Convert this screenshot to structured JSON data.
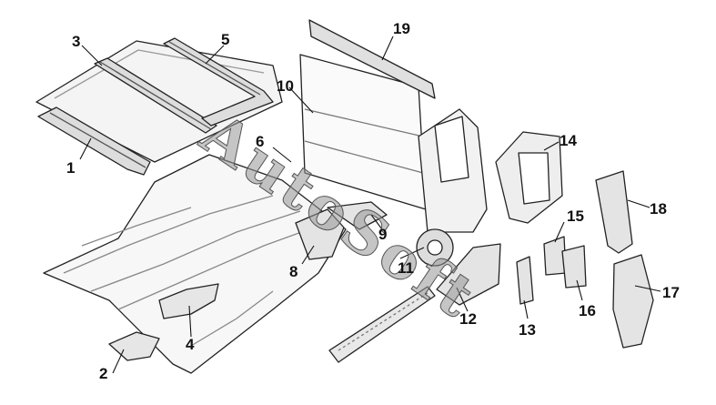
{
  "diagram": {
    "callouts": [
      {
        "id": "c1",
        "label": "1"
      },
      {
        "id": "c2",
        "label": "2"
      },
      {
        "id": "c3",
        "label": "3"
      },
      {
        "id": "c4",
        "label": "4"
      },
      {
        "id": "c5",
        "label": "5"
      },
      {
        "id": "c6",
        "label": "6"
      },
      {
        "id": "c8",
        "label": "8"
      },
      {
        "id": "c9",
        "label": "9"
      },
      {
        "id": "c10",
        "label": "10"
      },
      {
        "id": "c11",
        "label": "11"
      },
      {
        "id": "c12",
        "label": "12"
      },
      {
        "id": "c13",
        "label": "13"
      },
      {
        "id": "c14",
        "label": "14"
      },
      {
        "id": "c15",
        "label": "15"
      },
      {
        "id": "c16",
        "label": "16"
      },
      {
        "id": "c17",
        "label": "17"
      },
      {
        "id": "c18",
        "label": "18"
      },
      {
        "id": "c19",
        "label": "19"
      }
    ],
    "watermark": "AutoSoft"
  }
}
